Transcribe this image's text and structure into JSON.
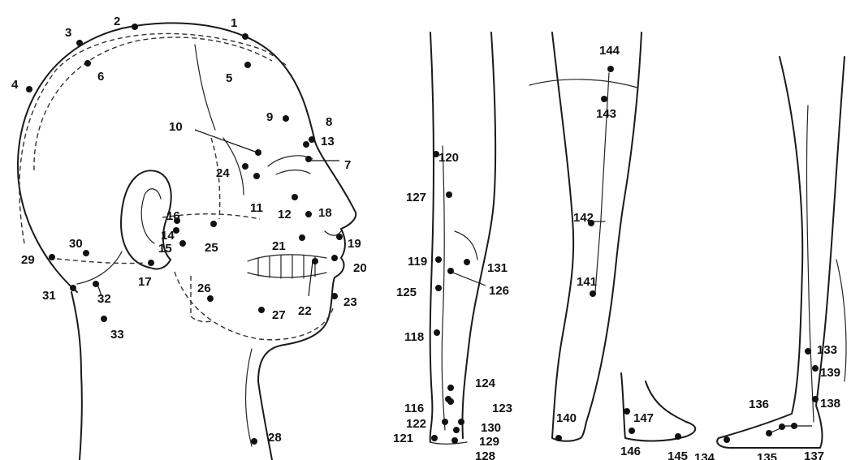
{
  "points": [
    {
      "id": "1",
      "label": "1"
    },
    {
      "id": "2",
      "label": "2"
    },
    {
      "id": "3",
      "label": "3"
    },
    {
      "id": "4",
      "label": "4"
    },
    {
      "id": "5",
      "label": "5"
    },
    {
      "id": "6",
      "label": "6"
    },
    {
      "id": "7",
      "label": "7"
    },
    {
      "id": "8",
      "label": "8"
    },
    {
      "id": "9",
      "label": "9"
    },
    {
      "id": "10",
      "label": "10"
    },
    {
      "id": "11",
      "label": "11"
    },
    {
      "id": "12",
      "label": "12"
    },
    {
      "id": "13",
      "label": "13"
    },
    {
      "id": "14",
      "label": "14"
    },
    {
      "id": "15",
      "label": "15"
    },
    {
      "id": "16",
      "label": "16"
    },
    {
      "id": "17",
      "label": "17"
    },
    {
      "id": "18",
      "label": "18"
    },
    {
      "id": "19",
      "label": "19"
    },
    {
      "id": "20",
      "label": "20"
    },
    {
      "id": "21",
      "label": "21"
    },
    {
      "id": "22",
      "label": "22"
    },
    {
      "id": "23",
      "label": "23"
    },
    {
      "id": "24",
      "label": "24"
    },
    {
      "id": "25",
      "label": "25"
    },
    {
      "id": "26",
      "label": "26"
    },
    {
      "id": "27",
      "label": "27"
    },
    {
      "id": "28",
      "label": "28"
    },
    {
      "id": "29",
      "label": "29"
    },
    {
      "id": "30",
      "label": "30"
    },
    {
      "id": "31",
      "label": "31"
    },
    {
      "id": "32",
      "label": "32"
    },
    {
      "id": "33",
      "label": "33"
    },
    {
      "id": "116",
      "label": "116"
    },
    {
      "id": "118",
      "label": "118"
    },
    {
      "id": "119",
      "label": "119"
    },
    {
      "id": "120",
      "label": "120"
    },
    {
      "id": "121",
      "label": "121"
    },
    {
      "id": "122",
      "label": "122"
    },
    {
      "id": "123",
      "label": "123"
    },
    {
      "id": "124",
      "label": "124"
    },
    {
      "id": "125",
      "label": "125"
    },
    {
      "id": "126",
      "label": "126"
    },
    {
      "id": "127",
      "label": "127"
    },
    {
      "id": "128",
      "label": "128"
    },
    {
      "id": "129",
      "label": "129"
    },
    {
      "id": "130",
      "label": "130"
    },
    {
      "id": "131",
      "label": "131"
    },
    {
      "id": "133",
      "label": "133"
    },
    {
      "id": "134",
      "label": "134"
    },
    {
      "id": "135",
      "label": "135"
    },
    {
      "id": "136",
      "label": "136"
    },
    {
      "id": "137",
      "label": "137"
    },
    {
      "id": "138",
      "label": "138"
    },
    {
      "id": "139",
      "label": "139"
    },
    {
      "id": "140",
      "label": "140"
    },
    {
      "id": "141",
      "label": "141"
    },
    {
      "id": "142",
      "label": "142"
    },
    {
      "id": "143",
      "label": "143"
    },
    {
      "id": "144",
      "label": "144"
    },
    {
      "id": "145",
      "label": "145"
    },
    {
      "id": "146",
      "label": "146"
    },
    {
      "id": "147",
      "label": "147"
    }
  ]
}
